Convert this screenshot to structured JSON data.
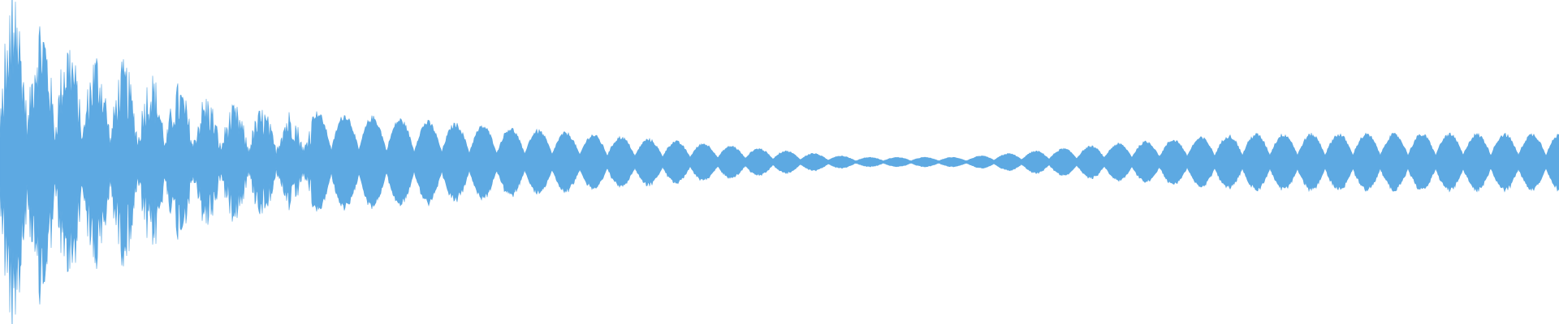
{
  "waveform": {
    "color": "#5DA9E2",
    "background": "#FFFFFF",
    "envelope_keyframes": [
      {
        "t": 0.0,
        "amp": 0.45
      },
      {
        "t": 0.01,
        "amp": 0.55
      },
      {
        "t": 0.05,
        "amp": 0.38
      },
      {
        "t": 0.15,
        "amp": 0.18
      },
      {
        "t": 0.3,
        "amp": 0.12
      },
      {
        "t": 0.45,
        "amp": 0.06
      },
      {
        "t": 0.55,
        "amp": 0.015
      },
      {
        "t": 0.62,
        "amp": 0.015
      },
      {
        "t": 0.72,
        "amp": 0.06
      },
      {
        "t": 0.8,
        "amp": 0.09
      },
      {
        "t": 1.0,
        "amp": 0.09
      }
    ]
  }
}
